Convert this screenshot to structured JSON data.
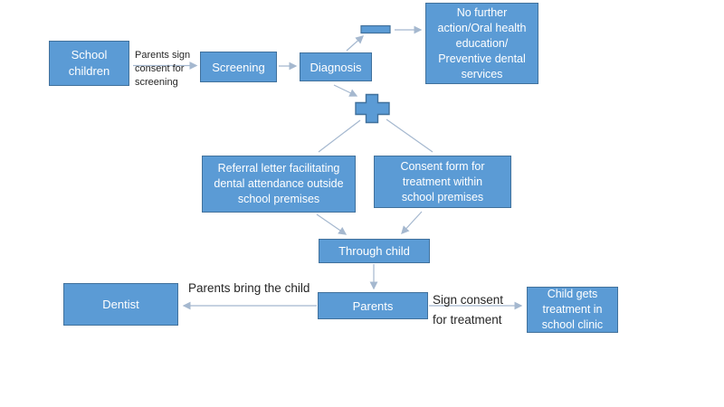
{
  "diagram": {
    "type": "flowchart",
    "subject": "School dental screening and treatment pathway"
  },
  "colors": {
    "node-fill": "#5B9BD5",
    "node-border": "#41719C",
    "node-text": "#FFFFFF",
    "arrow": "#A5B8CF",
    "label-text": "#262626",
    "bg": "#FFFFFF"
  },
  "nodes": {
    "school_children": {
      "label": "School children"
    },
    "screening": {
      "label": "Screening"
    },
    "diagnosis": {
      "label": "Diagnosis"
    },
    "no_further_action": {
      "label": "No further action/Oral health education/ Preventive dental services"
    },
    "referral_letter": {
      "label": "Referral letter facilitating dental attendance outside school premises"
    },
    "consent_form": {
      "label": "Consent form for treatment within school premises"
    },
    "through_child": {
      "label": "Through child"
    },
    "parents": {
      "label": "Parents"
    },
    "dentist": {
      "label": "Dentist"
    },
    "child_treatment": {
      "label": "Child gets treatment in school clinic"
    }
  },
  "edge_labels": {
    "screening_consent": "Parents sign consent for screening",
    "bring_child": "Parents bring the child",
    "treatment_consent": "Sign consent for treatment"
  },
  "symbols": {
    "negative_result": "minus-sign",
    "positive_result": "plus-sign"
  },
  "edges": [
    {
      "from": "school_children",
      "to": "screening",
      "label": "Parents sign consent for screening"
    },
    {
      "from": "screening",
      "to": "diagnosis",
      "label": ""
    },
    {
      "from": "diagnosis",
      "to": "minus-sign",
      "label": ""
    },
    {
      "from": "minus-sign",
      "to": "no_further_action",
      "label": ""
    },
    {
      "from": "diagnosis",
      "to": "plus-sign",
      "label": ""
    },
    {
      "from": "plus-sign",
      "to": "referral_letter",
      "label": ""
    },
    {
      "from": "plus-sign",
      "to": "consent_form",
      "label": ""
    },
    {
      "from": "referral_letter",
      "to": "through_child",
      "label": ""
    },
    {
      "from": "consent_form",
      "to": "through_child",
      "label": ""
    },
    {
      "from": "through_child",
      "to": "parents",
      "label": ""
    },
    {
      "from": "parents",
      "to": "dentist",
      "label": "Parents bring the child"
    },
    {
      "from": "parents",
      "to": "child_treatment",
      "label": "Sign consent for treatment"
    }
  ]
}
